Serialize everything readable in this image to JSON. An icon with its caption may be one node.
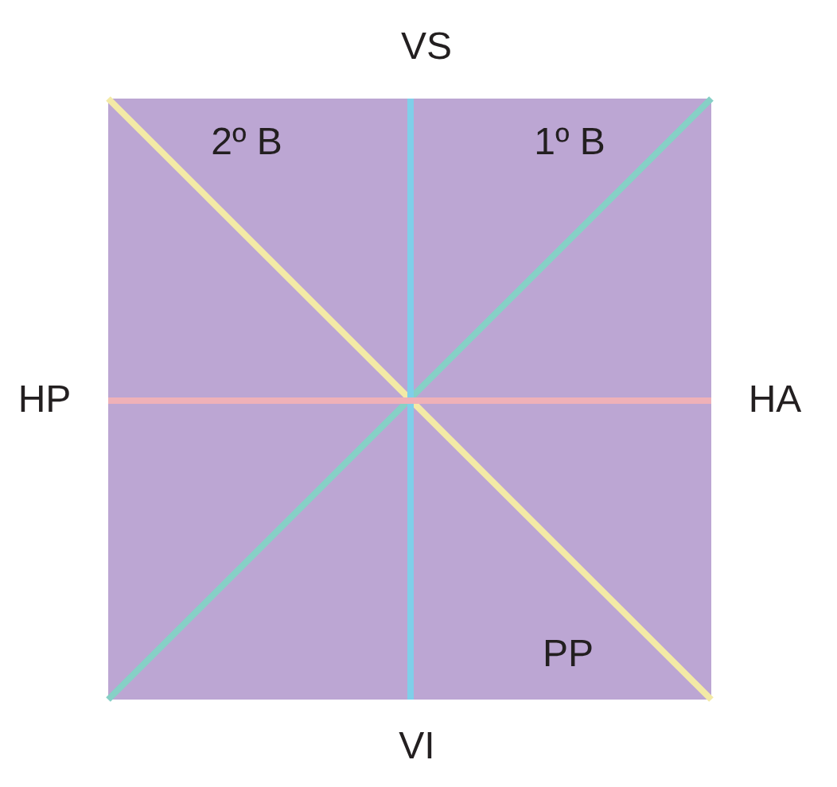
{
  "diagram": {
    "labels": [
      "VS",
      "2º B",
      "1º B",
      "HP",
      "HA",
      "PP",
      "VI"
    ]
  }
}
